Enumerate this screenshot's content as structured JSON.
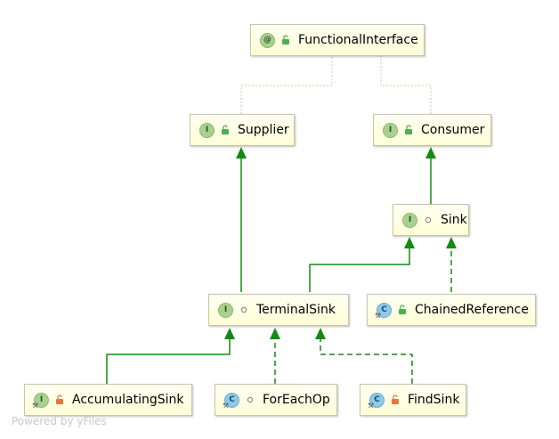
{
  "nodes": {
    "functional_interface": {
      "label": "FunctionalInterface",
      "badge": "@",
      "kind": "annotation",
      "visibility": "public"
    },
    "supplier": {
      "label": "Supplier",
      "badge": "I",
      "kind": "interface",
      "visibility": "public"
    },
    "consumer": {
      "label": "Consumer",
      "badge": "I",
      "kind": "interface",
      "visibility": "public"
    },
    "sink": {
      "label": "Sink",
      "badge": "I",
      "kind": "interface",
      "visibility": "package"
    },
    "terminal_sink": {
      "label": "TerminalSink",
      "badge": "I",
      "kind": "interface",
      "visibility": "package"
    },
    "chained_reference": {
      "label": "ChainedReference",
      "badge": "C",
      "kind": "abstract-class",
      "visibility": "public"
    },
    "accumulating_sink": {
      "label": "AccumulatingSink",
      "badge": "I",
      "kind": "interface",
      "visibility": "private"
    },
    "for_each_op": {
      "label": "ForEachOp",
      "badge": "C",
      "kind": "abstract-class",
      "visibility": "package"
    },
    "find_sink": {
      "label": "FindSink",
      "badge": "C",
      "kind": "abstract-class",
      "visibility": "private"
    }
  },
  "edges": [
    {
      "from": "supplier",
      "to": "functional_interface",
      "type": "annotation"
    },
    {
      "from": "consumer",
      "to": "functional_interface",
      "type": "annotation"
    },
    {
      "from": "terminal_sink",
      "to": "supplier",
      "type": "extends"
    },
    {
      "from": "sink",
      "to": "consumer",
      "type": "extends"
    },
    {
      "from": "terminal_sink",
      "to": "sink",
      "type": "extends"
    },
    {
      "from": "chained_reference",
      "to": "sink",
      "type": "implements"
    },
    {
      "from": "accumulating_sink",
      "to": "terminal_sink",
      "type": "extends"
    },
    {
      "from": "for_each_op",
      "to": "terminal_sink",
      "type": "implements"
    },
    {
      "from": "find_sink",
      "to": "terminal_sink",
      "type": "implements"
    }
  ],
  "colors": {
    "extends_edge": "#138a13",
    "implements_edge": "#138a13",
    "annotation_edge": "#d3c7a3",
    "public_icon": "#4caf50",
    "private_icon": "#e07b39",
    "package_icon": "#8a8a8a"
  },
  "watermark": "Powered by yFiles"
}
